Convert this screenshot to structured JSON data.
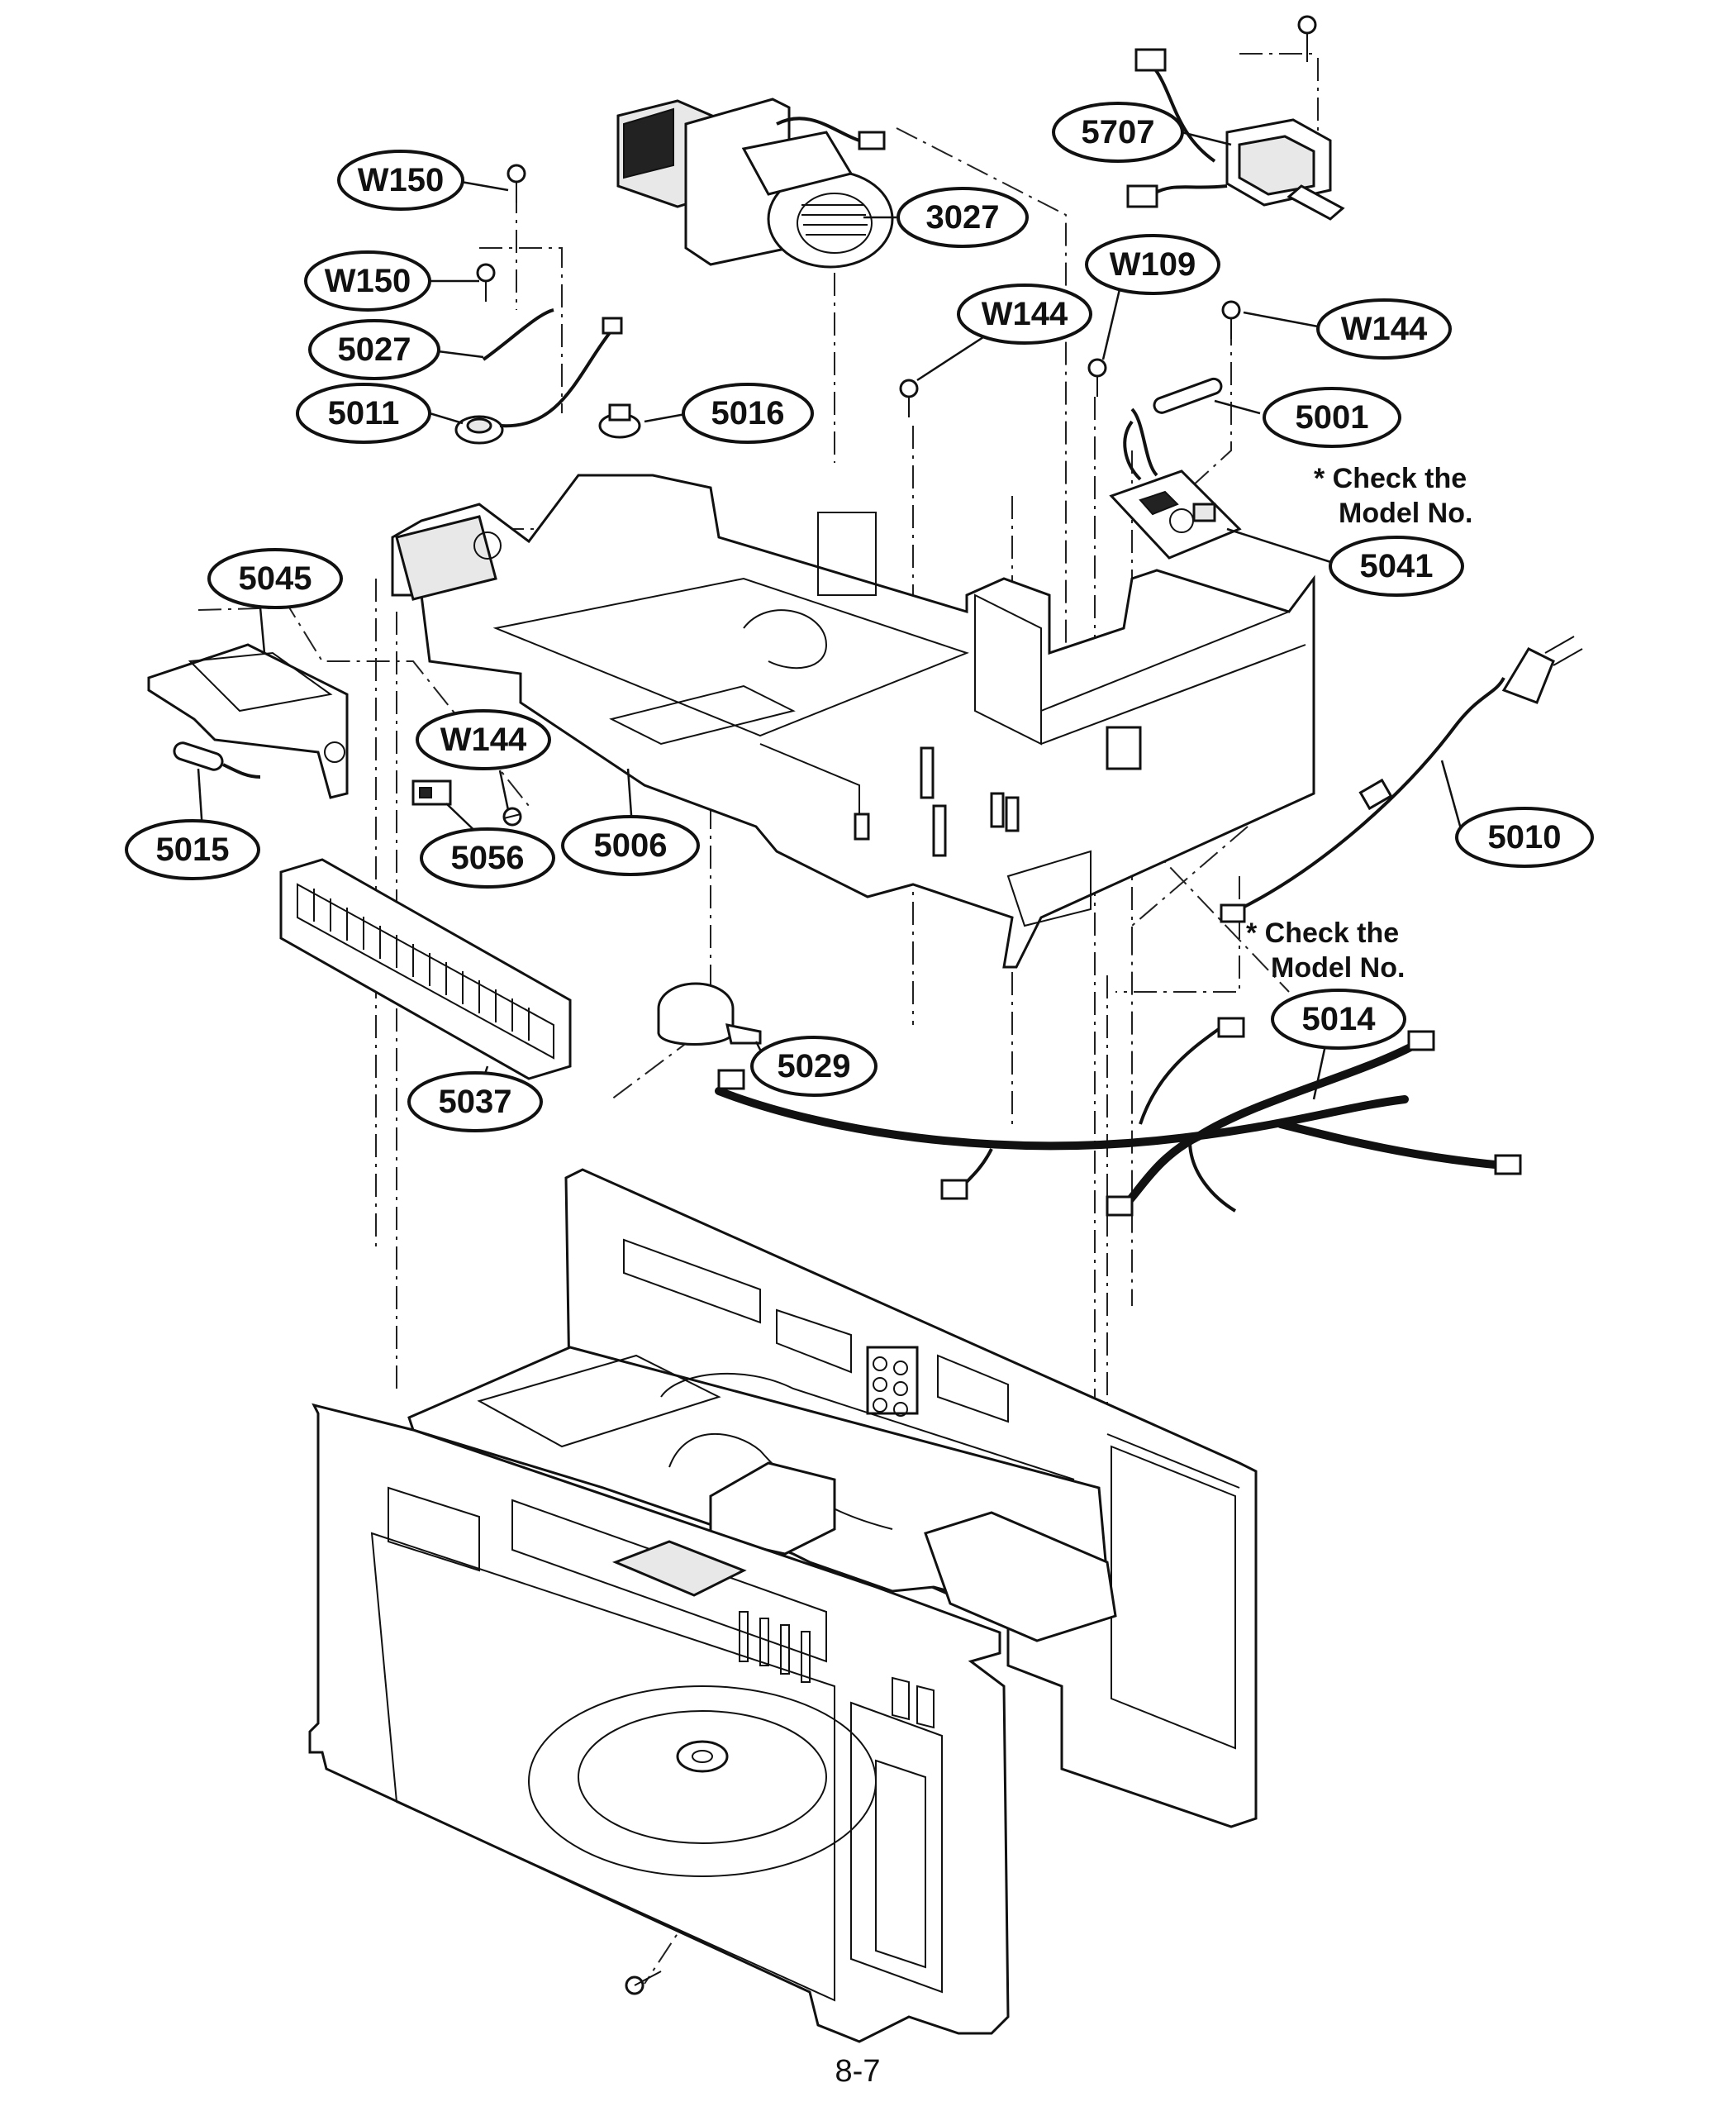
{
  "labels": [
    {
      "id": "w150-a",
      "text": "W150"
    },
    {
      "id": "w150-b",
      "text": "W150"
    },
    {
      "id": "p5027",
      "text": "5027"
    },
    {
      "id": "p5011",
      "text": "5011"
    },
    {
      "id": "p5016",
      "text": "5016"
    },
    {
      "id": "p3027",
      "text": "3027"
    },
    {
      "id": "p5707",
      "text": "5707"
    },
    {
      "id": "w144-a",
      "text": "W144"
    },
    {
      "id": "w109",
      "text": "W109"
    },
    {
      "id": "w144-b",
      "text": "W144"
    },
    {
      "id": "p5001",
      "text": "5001"
    },
    {
      "id": "p5041",
      "text": "5041"
    },
    {
      "id": "p5045",
      "text": "5045"
    },
    {
      "id": "w144-c",
      "text": "W144"
    },
    {
      "id": "p5015",
      "text": "5015"
    },
    {
      "id": "p5056",
      "text": "5056"
    },
    {
      "id": "p5006",
      "text": "5006"
    },
    {
      "id": "p5010",
      "text": "5010"
    },
    {
      "id": "p5037",
      "text": "5037"
    },
    {
      "id": "p5029",
      "text": "5029"
    },
    {
      "id": "p5014",
      "text": "5014"
    }
  ],
  "notes": {
    "check_model_top_line1": "* Check the",
    "check_model_top_line2": "Model No.",
    "check_model_mid_line1": "* Check the",
    "check_model_mid_line2": "Model No."
  },
  "page_number": "8-7"
}
